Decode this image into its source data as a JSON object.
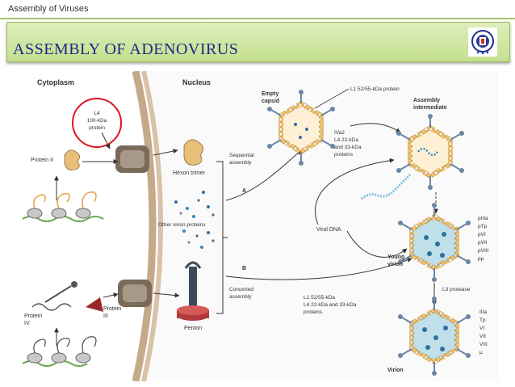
{
  "header": {
    "title": "Assembly of Viruses"
  },
  "slide": {
    "title": "ASSEMBLY OF ADENOVIRUS"
  },
  "colors": {
    "title_bg": "#cfe6a5",
    "title_text": "#1a2a8a",
    "capsid_orange": "#f3c46f",
    "penton_blue": "#6a86a6",
    "membrane": "#c4a98a",
    "highlight_circle": "#e0141b"
  },
  "diagram": {
    "cytoplasm": "Cytoplasm",
    "nucleus": "Nucleus",
    "l4_protein": [
      "L4",
      "100-kDa",
      "protein"
    ],
    "protein_ii": "Protein II",
    "hexon_trimer": "Hexon trimer",
    "sequential_assembly": [
      "Sequential",
      "assembly"
    ],
    "path_a": "A",
    "path_b": "B",
    "other_virion_proteins": "Other virion proteins",
    "penton": "Penton",
    "concerted_assembly": [
      "Concerted",
      "assembly"
    ],
    "protein_iv": [
      "Protein",
      "IV"
    ],
    "protein_iii": [
      "Protein",
      "III"
    ],
    "empty_capsid": [
      "Empty",
      "capsid"
    ],
    "l1_protein": "L1 52/55-kDa protein",
    "iva2_labels": [
      "IVa2",
      "L4 22-kDa",
      "and 33-kDa",
      "proteins"
    ],
    "assembly_intermediate": [
      "Assembly",
      "intermediate"
    ],
    "viral_dna": "Viral DNA",
    "young_virion": [
      "Young",
      "virion"
    ],
    "young_proteins": [
      "pIIIa",
      "pTp",
      "pVI",
      "pVII",
      "pVIII",
      "pμ"
    ],
    "l3_protease": "L3 protease",
    "concerted_proteins": [
      "L1 52/55-kDa",
      "L4 22-kDa and 33-kDa",
      "proteins"
    ],
    "virion": "Virion",
    "virion_proteins": [
      "IIIa",
      "Tp",
      "VI",
      "VII",
      "VIII",
      "μ"
    ]
  }
}
